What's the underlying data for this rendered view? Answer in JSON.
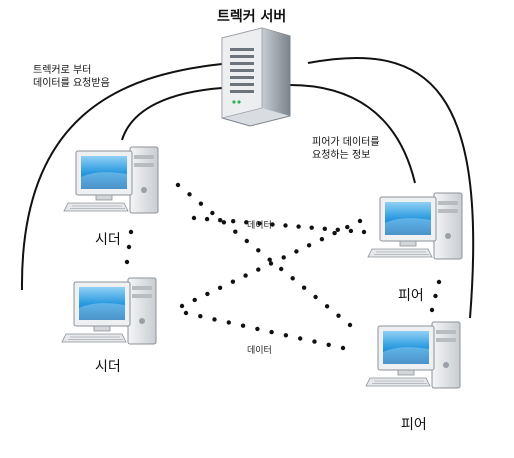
{
  "diagram": {
    "server_label": "트렉커 서버",
    "note_left_line1": "트렉커로 부터",
    "note_left_line2": "데이터를 요청받음",
    "note_right_line1": "피어가 데이터를",
    "note_right_line2": "요청하는 정보",
    "seeder1_label": "시더",
    "seeder2_label": "시더",
    "peer1_label": "피어",
    "peer2_label": "피어",
    "data_label_top": "데이터",
    "data_label_bottom": "데이터",
    "colors": {
      "screen": "#1e90d8",
      "case": "#e4e6e8",
      "server": "#9aa3ad",
      "line": "#111111"
    }
  }
}
